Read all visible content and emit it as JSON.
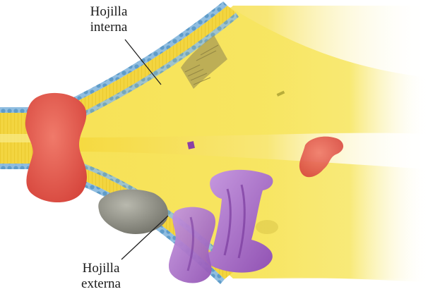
{
  "labels": {
    "inner_line1": "Hojilla",
    "inner_line2": "interna",
    "outer_line1": "Hojilla",
    "outer_line2": "externa"
  },
  "colors": {
    "membrane_yellow": "#f7e35a",
    "bilayer_core": "#f2cf2c",
    "head_blue": "#7fb3d9",
    "red_protein": "#e4544a",
    "purple_protein": "#a86bc4",
    "gray_protein": "#8f8f86",
    "leader_line": "#222222"
  }
}
